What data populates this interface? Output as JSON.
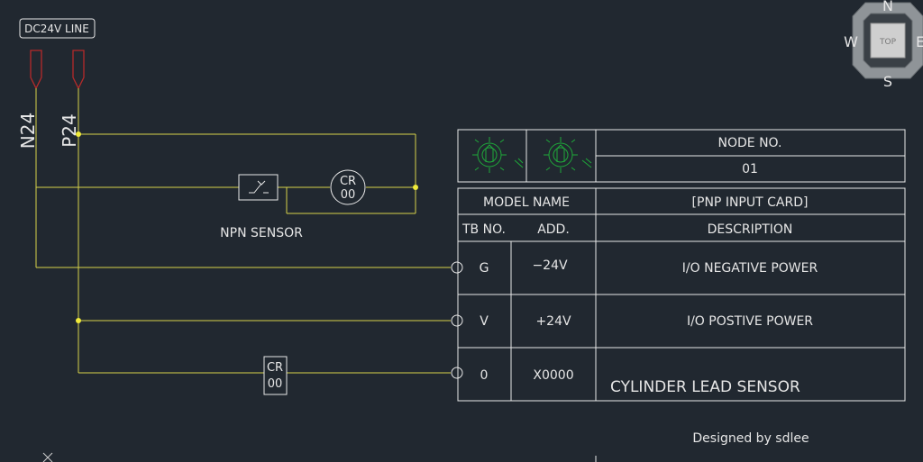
{
  "bus": {
    "label": "DC24V LINE",
    "neg_label": "N24",
    "pos_label": "P24"
  },
  "sensor": {
    "label": "NPN SENSOR",
    "relay_top": "CR",
    "relay_bottom": "00"
  },
  "output_relay": {
    "top": "CR",
    "bottom": "00"
  },
  "table": {
    "node_label": "NODE NO.",
    "node_value": "01",
    "model_label": "MODEL NAME",
    "model_value": "[PNP INPUT CARD]",
    "col_tb": "TB NO.",
    "col_add": "ADD.",
    "col_desc": "DESCRIPTION",
    "rows": [
      {
        "tb": "G",
        "add": "−24V",
        "desc": "I/O NEGATIVE POWER"
      },
      {
        "tb": "V",
        "add": "+24V",
        "desc": "I/O POSTIVE POWER"
      },
      {
        "tb": "0",
        "add": "X0000",
        "desc": "CYLINDER LEAD SENSOR"
      }
    ]
  },
  "footer": "Designed by sdlee",
  "viewcube": {
    "north": "N",
    "south": "S",
    "west": "W",
    "east": "E",
    "top": "TOP"
  },
  "colors": {
    "background": "#212830",
    "wire": "#d6d24a",
    "line": "#e8e8e8",
    "dial": "#1fa83a",
    "terminal": "#b52a2a"
  }
}
